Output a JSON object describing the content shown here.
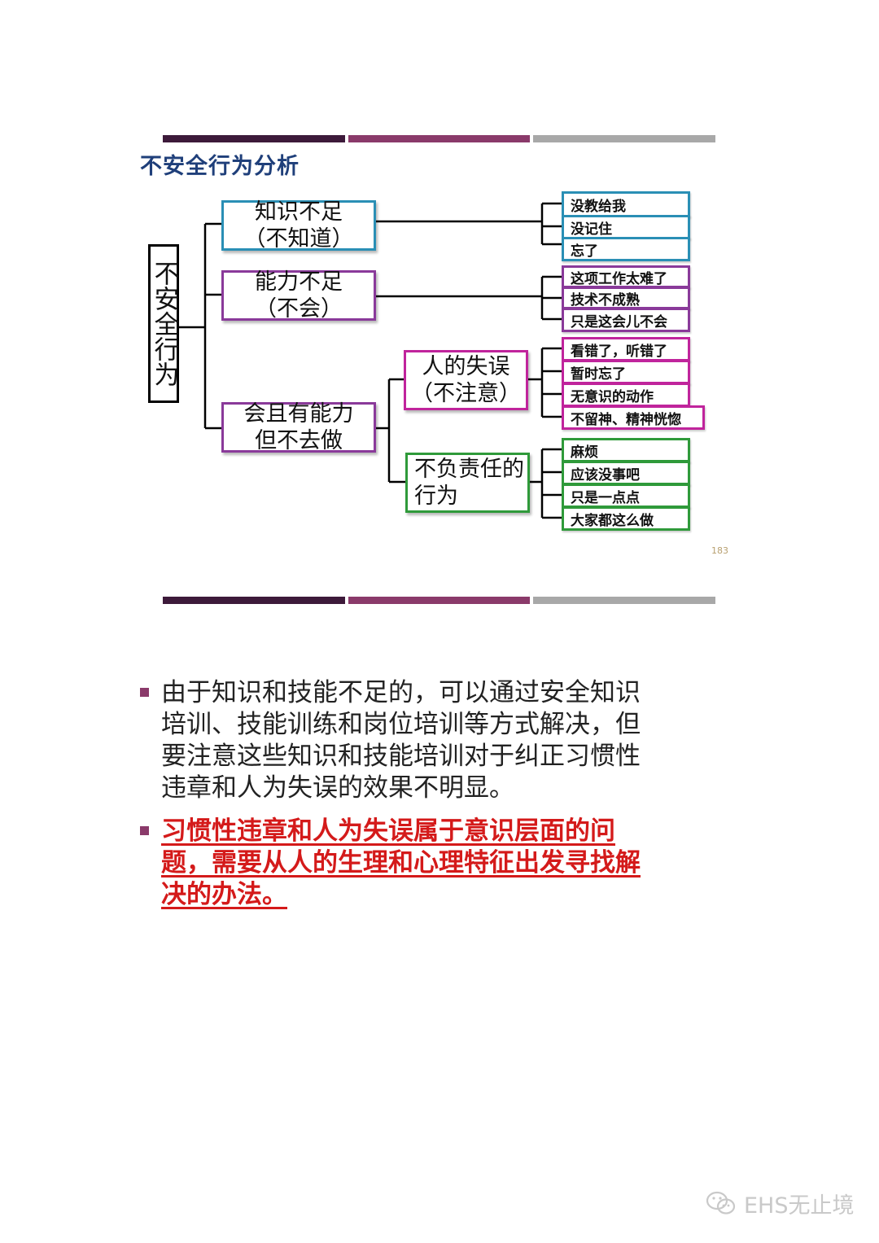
{
  "slide": {
    "title": "不安全行为分析",
    "page_number": "183",
    "root": "不安全行为",
    "nodes": {
      "knowledge": {
        "line1": "知识不足",
        "line2": "（不知道）"
      },
      "ability": {
        "line1": "能力不足",
        "line2": "（不会）"
      },
      "able_not_do": {
        "line1": "会且有能力",
        "line2": "但不去做"
      },
      "human_error": {
        "line1": "人的失误",
        "line2": "（不注意）"
      },
      "irresponsible": {
        "line1": "不负责任的",
        "line2": "行为"
      }
    },
    "leaves": {
      "knowledge": [
        "没教给我",
        "没记住",
        "忘了"
      ],
      "ability": [
        "这项工作太难了",
        "技术不成熟",
        "只是这会儿不会"
      ],
      "human_error": [
        "看错了，听错了",
        "暂时忘了",
        "无意识的动作",
        "不留神、精神恍惚"
      ],
      "irresponsible": [
        "麻烦",
        "应该没事吧",
        "只是一点点",
        "大家都这么做"
      ]
    }
  },
  "bullets": [
    {
      "text": "由于知识和技能不足的，可以通过安全知识培训、技能训练和岗位培训等方式解决，但要注意这些知识和技能培训对于纠正习惯性违章和人为失误的效果不明显。",
      "style": "normal"
    },
    {
      "text": "习惯性违章和人为失误属于意识层面的问题，需要从人的生理和心理特征出发寻找解决的办法。",
      "style": "emphasis"
    }
  ],
  "watermark": {
    "icon": "wechat-icon",
    "text": "EHS无止境"
  },
  "colors": {
    "title": "#1f3f7a",
    "emphasis": "#d41a1a",
    "bullet": "#8a3a6a"
  }
}
